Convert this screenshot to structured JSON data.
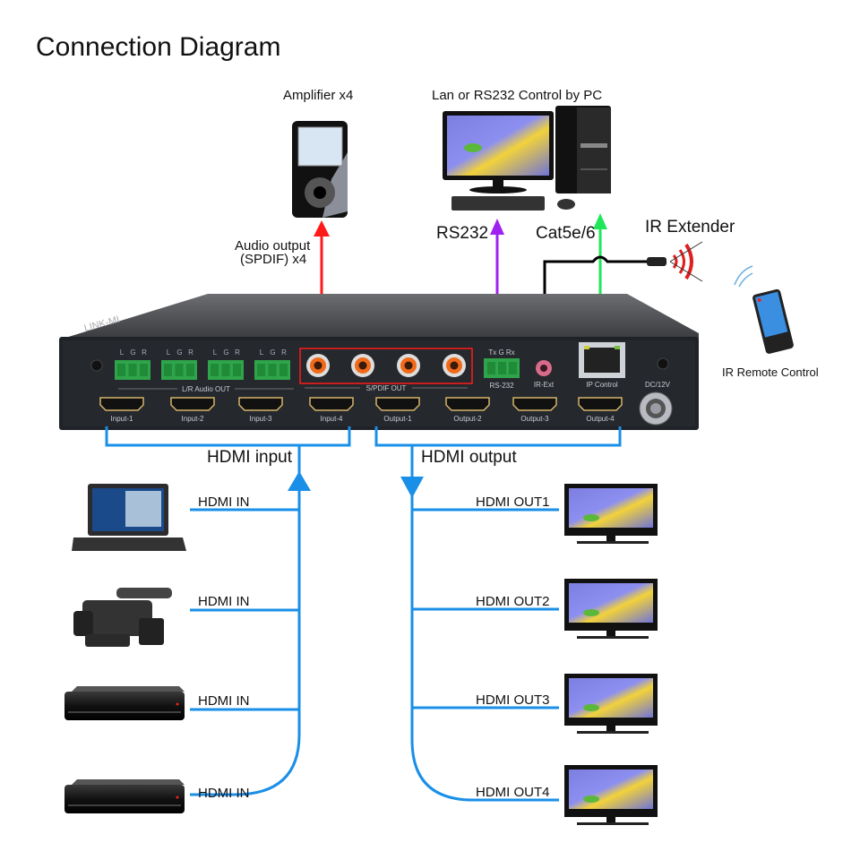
{
  "title": "Connection Diagram",
  "top": {
    "amplifier_label": "Amplifier x4",
    "pc_label": "Lan or RS232 Control by PC",
    "audio_output_label_1": "Audio output",
    "audio_output_label_2": "(SPDIF) x4",
    "rs232_label": "RS232",
    "cat_label": "Cat5e/6",
    "ir_extender_label": "IR Extender",
    "ir_remote_label": "IR Remote Control"
  },
  "device": {
    "brand": "LINK-MI",
    "audio_channel_labels": [
      "L",
      "G",
      "R"
    ],
    "audio_out_group_label": "L/R Audio OUT",
    "spdif_group_label": "S/PDIF OUT",
    "rs232_pins": "Tx  G  Rx",
    "rs232_port_label": "RS-232",
    "ir_port_label": "IR-Ext",
    "ip_port_label": "IP Control",
    "power_label": "DC/12V",
    "hdmi_ports": [
      "Input-1",
      "Input-2",
      "Input-3",
      "Input-4",
      "Output-1",
      "Output-2",
      "Output-3",
      "Output-4"
    ]
  },
  "bus": {
    "input_label": "HDMI input",
    "output_label": "HDMI output"
  },
  "sources": [
    {
      "device": "laptop",
      "label": "HDMI IN"
    },
    {
      "device": "camcorder",
      "label": "HDMI IN"
    },
    {
      "device": "set-top-box",
      "label": "HDMI IN"
    },
    {
      "device": "set-top-box",
      "label": "HDMI IN"
    }
  ],
  "displays": [
    {
      "device": "tv",
      "label": "HDMI OUT1"
    },
    {
      "device": "tv",
      "label": "HDMI OUT2"
    },
    {
      "device": "tv",
      "label": "HDMI OUT3"
    },
    {
      "device": "tv",
      "label": "HDMI OUT4"
    }
  ],
  "colors": {
    "hdmi_line": "#1a8fe8",
    "audio_arrow": "#ff1a1a",
    "rs232_arrow": "#a020f0",
    "cat_arrow": "#1ee85a",
    "device_body": "#23262b"
  }
}
